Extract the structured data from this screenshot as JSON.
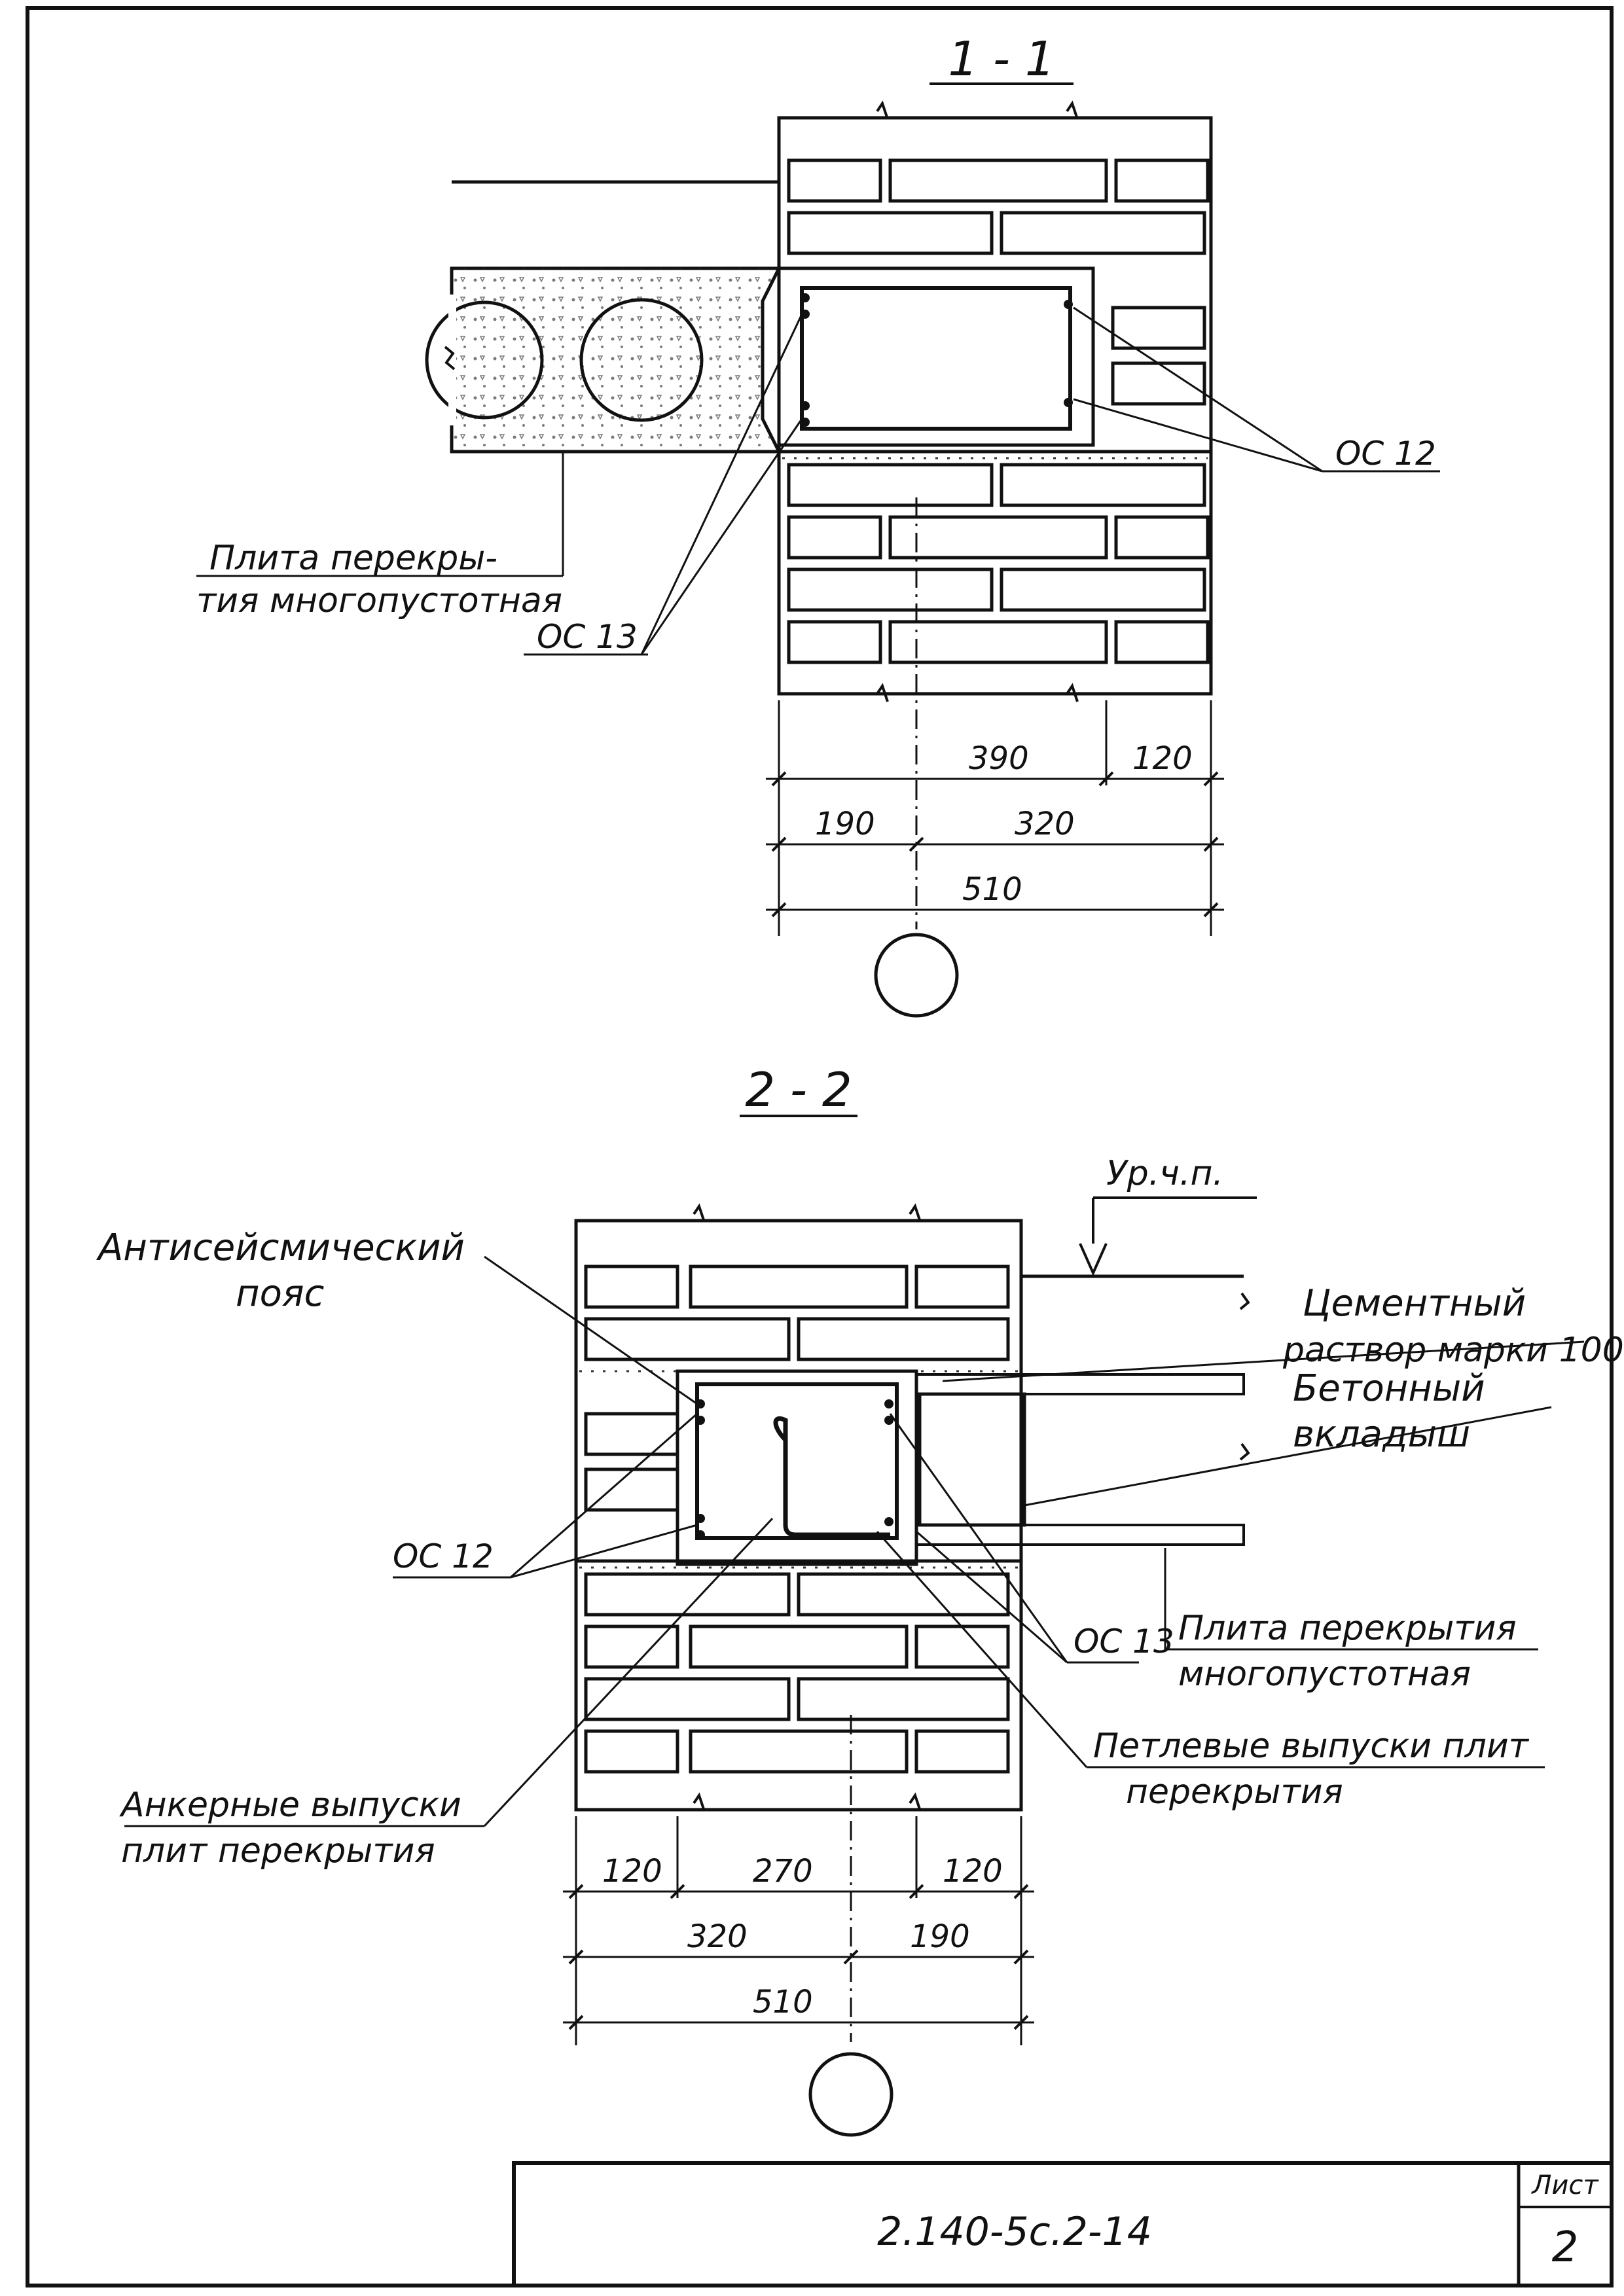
{
  "section_1": {
    "title": "1 - 1",
    "labels": {
      "slab": [
        "Плита перекры-",
        "тия многопустотная"
      ],
      "os12": "ОС 12",
      "os13": "ОС 13"
    },
    "dims": {
      "row1": [
        "390",
        "120"
      ],
      "row2": [
        "190",
        "320"
      ],
      "row3": "510"
    }
  },
  "section_2": {
    "title": "2 - 2",
    "labels": {
      "level": "Ур.ч.п.",
      "belt": [
        "Антисейсмический",
        "пояс"
      ],
      "cement": [
        "Цементный",
        "раствор марки 100"
      ],
      "insert": [
        "Бетонный",
        "вкладыш"
      ],
      "os12": "ОС 12",
      "os13": "ОС 13",
      "slab": [
        "Плита перекрытия",
        "многопустотная"
      ],
      "loops": [
        "Петлевые выпуски плит",
        "перекрытия"
      ],
      "anchors": [
        "Анкерные выпуски",
        "плит перекрытия"
      ]
    },
    "dims": {
      "row1": [
        "120",
        "270",
        "120"
      ],
      "row2": [
        "320",
        "190"
      ],
      "row3": "510"
    }
  },
  "title_block": {
    "code": "2.140-5с.2-14",
    "sheet_label": "Лист",
    "sheet_no": "2"
  }
}
